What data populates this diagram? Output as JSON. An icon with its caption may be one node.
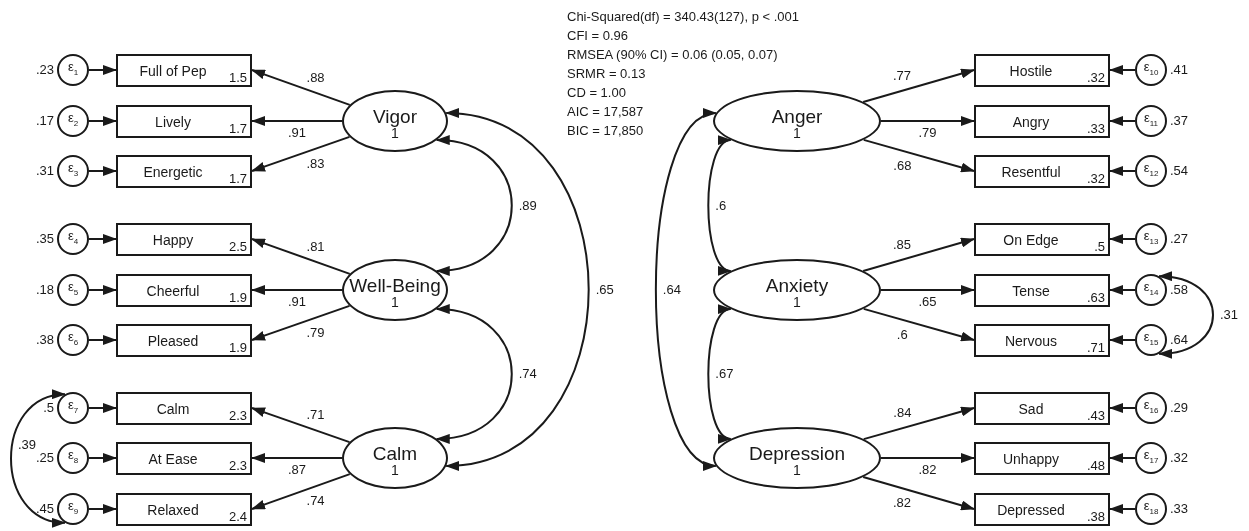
{
  "diagram": {
    "nodes": [
      {
        "text": [
          "Vigor",
          "1"
        ]
      },
      {
        "text": [
          "Well-Being",
          "1"
        ]
      },
      {
        "text": [
          "Calm",
          "1"
        ]
      },
      {
        "text": [
          "Anger",
          "1"
        ]
      },
      {
        "text": [
          "Anxiety",
          "1"
        ]
      },
      {
        "text": [
          "Depression",
          "1"
        ]
      },
      {
        "text": [
          "Full of Pep",
          "1.5"
        ]
      },
      {
        "text": [
          "Lively",
          "1.7"
        ]
      },
      {
        "text": [
          "Energetic",
          "1.7"
        ]
      },
      {
        "text": [
          "Happy",
          "2.5"
        ]
      },
      {
        "text": [
          "Cheerful",
          "1.9"
        ]
      },
      {
        "text": [
          "Pleased",
          "1.9"
        ]
      },
      {
        "text": [
          "Calm",
          "2.3"
        ]
      },
      {
        "text": [
          "At Ease",
          "2.3"
        ]
      },
      {
        "text": [
          "Relaxed",
          "2.4"
        ]
      },
      {
        "text": [
          "Hostile",
          ".32"
        ]
      },
      {
        "text": [
          "Angry",
          ".33"
        ]
      },
      {
        "text": [
          "Resentful",
          ".32"
        ]
      },
      {
        "text": [
          "On Edge",
          ".5"
        ]
      },
      {
        "text": [
          "Tense",
          ".63"
        ]
      },
      {
        "text": [
          "Nervous",
          ".71"
        ]
      },
      {
        "text": [
          "Sad",
          ".43"
        ]
      },
      {
        "text": [
          "Unhappy",
          ".48"
        ]
      },
      {
        "text": [
          "Depressed",
          ".38"
        ]
      },
      {
        "text": [
          "ε$_{1}$"
        ],
        "beside": [
          ".23"
        ]
      },
      {
        "text": [
          "ε$_{2}$"
        ],
        "beside": [
          ".17"
        ]
      },
      {
        "text": [
          "ε$_{3}$"
        ],
        "beside": [
          ".31"
        ]
      },
      {
        "text": [
          "ε$_{4}$"
        ],
        "beside": [
          ".35"
        ]
      },
      {
        "text": [
          "ε$_{5}$"
        ],
        "beside": [
          ".18"
        ]
      },
      {
        "text": [
          "ε$_{6}$"
        ],
        "beside": [
          ".38"
        ]
      },
      {
        "text": [
          "ε$_{7}$"
        ],
        "beside": [
          ".5"
        ]
      },
      {
        "text": [
          "ε$_{8}$"
        ],
        "beside": [
          ".25"
        ]
      },
      {
        "text": [
          "ε$_{9}$"
        ],
        "beside": [
          ".45"
        ]
      },
      {
        "text": [
          "ε$_{10}$"
        ],
        "beside": [
          ".41"
        ]
      },
      {
        "text": [
          "ε$_{11}$"
        ],
        "beside": [
          ".37"
        ]
      },
      {
        "text": [
          "ε$_{12}$"
        ],
        "beside": [
          ".54"
        ]
      },
      {
        "text": [
          "ε$_{13}$"
        ],
        "beside": [
          ".27"
        ]
      },
      {
        "text": [
          "ε$_{14}$"
        ],
        "beside": [
          ".58"
        ]
      },
      {
        "text": [
          "ε$_{15}$"
        ],
        "beside": [
          ".64"
        ]
      },
      {
        "text": [
          "ε$_{16}$"
        ],
        "beside": [
          ".29"
        ]
      },
      {
        "text": [
          "ε$_{17}$"
        ],
        "beside": [
          ".32"
        ]
      },
      {
        "text": [
          "ε$_{18}$"
        ],
        "beside": [
          ".33"
        ]
      }
    ],
    "edges": [
      {
        "from": 0,
        "to": 6,
        "arrow": "to",
        "label": ".88"
      },
      {
        "from": 0,
        "to": 7,
        "arrow": "to",
        "label": ".91"
      },
      {
        "from": 0,
        "to": 8,
        "arrow": "to",
        "label": ".83"
      },
      {
        "from": 1,
        "to": 9,
        "arrow": "to",
        "label": ".81"
      },
      {
        "from": 1,
        "to": 10,
        "arrow": "to",
        "label": ".91"
      },
      {
        "from": 1,
        "to": 11,
        "arrow": "to",
        "label": ".79"
      },
      {
        "from": 2,
        "to": 12,
        "arrow": "to",
        "label": ".71"
      },
      {
        "from": 2,
        "to": 13,
        "arrow": "to",
        "label": ".87"
      },
      {
        "from": 2,
        "to": 14,
        "arrow": "to",
        "label": ".74"
      },
      {
        "from": 3,
        "to": 15,
        "arrow": "to",
        "label": ".77"
      },
      {
        "from": 3,
        "to": 16,
        "arrow": "to",
        "label": ".79"
      },
      {
        "from": 3,
        "to": 17,
        "arrow": "to",
        "label": ".68"
      },
      {
        "from": 4,
        "to": 18,
        "arrow": "to",
        "label": ".85"
      },
      {
        "from": 4,
        "to": 19,
        "arrow": "to",
        "label": ".65"
      },
      {
        "from": 4,
        "to": 20,
        "arrow": "to",
        "label": ".6"
      },
      {
        "from": 5,
        "to": 21,
        "arrow": "to",
        "label": ".84"
      },
      {
        "from": 5,
        "to": 22,
        "arrow": "to",
        "label": ".82"
      },
      {
        "from": 5,
        "to": 23,
        "arrow": "to",
        "label": ".82"
      },
      {
        "from": 24,
        "to": 6,
        "arrow": "to"
      },
      {
        "from": 25,
        "to": 7,
        "arrow": "to"
      },
      {
        "from": 26,
        "to": 8,
        "arrow": "to"
      },
      {
        "from": 27,
        "to": 9,
        "arrow": "to"
      },
      {
        "from": 28,
        "to": 10,
        "arrow": "to"
      },
      {
        "from": 29,
        "to": 11,
        "arrow": "to"
      },
      {
        "from": 30,
        "to": 12,
        "arrow": "to"
      },
      {
        "from": 31,
        "to": 13,
        "arrow": "to"
      },
      {
        "from": 32,
        "to": 14,
        "arrow": "to"
      },
      {
        "from": 33,
        "to": 15,
        "arrow": "to"
      },
      {
        "from": 34,
        "to": 16,
        "arrow": "to"
      },
      {
        "from": 35,
        "to": 17,
        "arrow": "to"
      },
      {
        "from": 36,
        "to": 18,
        "arrow": "to"
      },
      {
        "from": 37,
        "to": 19,
        "arrow": "to"
      },
      {
        "from": 38,
        "to": 20,
        "arrow": "to"
      },
      {
        "from": 39,
        "to": 21,
        "arrow": "to"
      },
      {
        "from": 40,
        "to": 22,
        "arrow": "to"
      },
      {
        "from": 41,
        "to": 23,
        "arrow": "to"
      },
      {
        "from": 0,
        "to": 1,
        "arrow": "both",
        "label": ".89"
      },
      {
        "from": 1,
        "to": 2,
        "arrow": "both",
        "label": ".74"
      },
      {
        "from": 0,
        "to": 2,
        "arrow": "both",
        "label": ".65"
      },
      {
        "from": 3,
        "to": 4,
        "arrow": "both",
        "label": ".6"
      },
      {
        "from": 4,
        "to": 5,
        "arrow": "both",
        "label": ".67"
      },
      {
        "from": 3,
        "to": 5,
        "arrow": "both",
        "label": ".64"
      },
      {
        "from": 30,
        "to": 32,
        "arrow": "both",
        "label": ".39"
      },
      {
        "from": 37,
        "to": 38,
        "arrow": "both",
        "label": ".31"
      }
    ],
    "labels": [
      "Chi-Squared(df) = 340.43(127), p < .001",
      "CFI = 0.96",
      "RMSEA (90% CI) = 0.06 (0.05, 0.07)",
      "SRMR = 0.13",
      "CD = 1.00",
      "AIC = 17,587",
      "BIC = 17,850"
    ]
  }
}
